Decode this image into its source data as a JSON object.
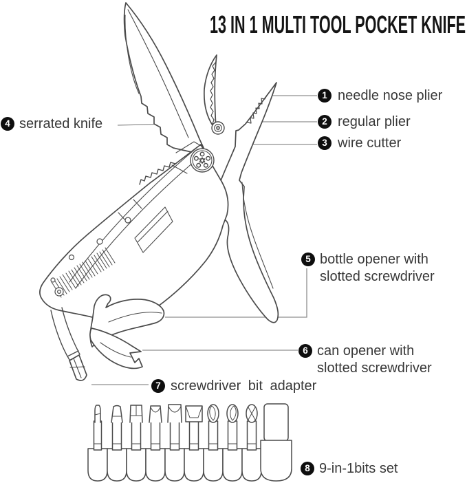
{
  "title": "13 IN 1 MULTI TOOL POCKET KNIFE",
  "colors": {
    "background": "#ffffff",
    "line_art": "#4a4a4a",
    "leader_line": "#8f8f8f",
    "label_text": "#383838",
    "badge_background": "#0e0e0e",
    "badge_number": "#ffffff"
  },
  "labels": {
    "l1": {
      "num": "1",
      "text": "needle nose plier"
    },
    "l2": {
      "num": "2",
      "text": "regular plier"
    },
    "l3": {
      "num": "3",
      "text": "wire cutter"
    },
    "l4": {
      "num": "4",
      "text": "serrated knife"
    },
    "l5": {
      "num": "5",
      "text1": "bottle opener with",
      "text2": "slotted screwdriver"
    },
    "l6": {
      "num": "6",
      "text1": "can opener with",
      "text2": "slotted screwdriver"
    },
    "l7": {
      "num": "7",
      "text": "screwdriver bit adapter"
    },
    "l8": {
      "num": "8",
      "text": "9-in-1bits set"
    }
  }
}
